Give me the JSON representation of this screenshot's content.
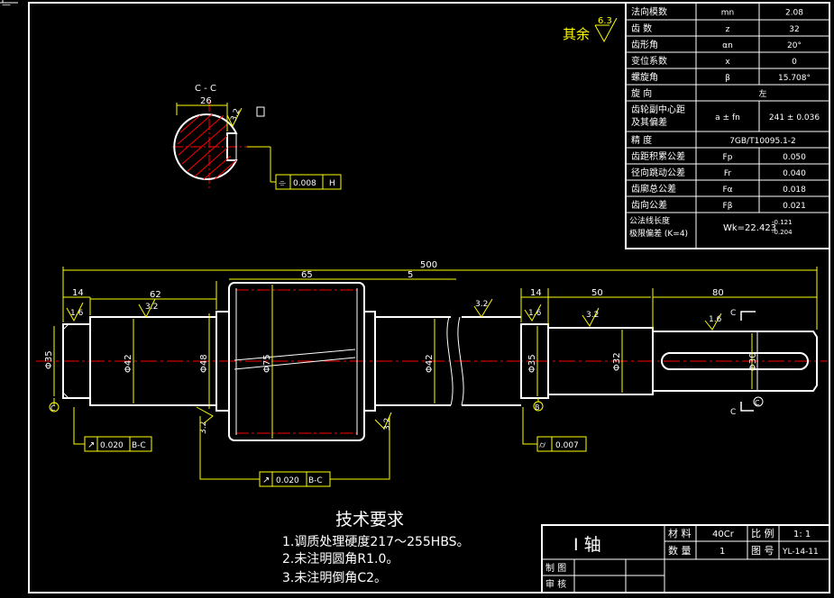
{
  "corner_mark": "—",
  "roughness_other": {
    "label": "其余",
    "value": "6.3"
  },
  "gear_params": [
    {
      "name": "法向模数",
      "symbol": "mn",
      "value": "2.08"
    },
    {
      "name": "齿  数",
      "symbol": "z",
      "value": "32"
    },
    {
      "name": "齿形角",
      "symbol": "αn",
      "value": "20°"
    },
    {
      "name": "变位系数",
      "symbol": "x",
      "value": "0"
    },
    {
      "name": "螺旋角",
      "symbol": "β",
      "value": "15.708°"
    },
    {
      "name": "旋    向",
      "symbol": "",
      "value": "左"
    },
    {
      "name": "齿轮副中心距\n及其偏差",
      "symbol": "a ± fn",
      "value": "241 ± 0.036"
    },
    {
      "name": "精    度",
      "symbol": "",
      "value": "7GB/T10095.1-2"
    },
    {
      "name": "齿距积累公差",
      "symbol": "Fp",
      "value": "0.050"
    },
    {
      "name": "径向跳动公差",
      "symbol": "Fr",
      "value": "0.040"
    },
    {
      "name": "齿廓总公差",
      "symbol": "Fα",
      "value": "0.018"
    },
    {
      "name": "齿向公差",
      "symbol": "Fβ",
      "value": "0.021"
    }
  ],
  "common_normal": {
    "name_line1": "公法线长度",
    "name_line2": "极限偏差 (K=4)",
    "value": "Wk=22.423",
    "upper": "-0.121",
    "lower": "-0.204"
  },
  "section_view": {
    "label": "C - C",
    "dim_width": "26",
    "roughness": "3.2",
    "tolerance_symbol": "⌯",
    "tolerance_value": "0.008",
    "datum": "H"
  },
  "dimensions": {
    "overall": "500",
    "d14_left": "14",
    "d62": "62",
    "d65": "65",
    "d5": "5",
    "d14_right": "14",
    "d50": "50",
    "d80": "80",
    "dia35_left": "Φ35",
    "dia42_a": "Φ42",
    "dia48": "Φ48",
    "dia75": "Φ75",
    "dia42_b": "Φ42",
    "dia35_right": "Φ35",
    "dia32": "Φ32",
    "dia30": "Φ30"
  },
  "roughness_marks": {
    "r1": "1.6",
    "r2": "3.2",
    "r3": "3.2",
    "r4": "3.2",
    "r5": "1.6",
    "r6": "3.2",
    "r7": "1.6",
    "r8": "3.2"
  },
  "datums": {
    "left": "C",
    "right": "B",
    "key": "C",
    "c_top": "C",
    "c_bottom": "C"
  },
  "runout_frames": [
    {
      "symbol": "↗",
      "value": "0.020",
      "datum": "B-C"
    },
    {
      "symbol": "↗",
      "value": "0.020",
      "datum": "B-C"
    },
    {
      "symbol": "⌭",
      "value": "0.007",
      "datum": ""
    }
  ],
  "tech_requirements": {
    "title": "技术要求",
    "items": [
      "1.调质处理硬度217～255HBS。",
      "2.未注明圆角R1.0。",
      "3.未注明倒角C2。"
    ]
  },
  "title_block": {
    "part_name": "I  轴",
    "material_label": "材 料",
    "material_value": "40Cr",
    "scale_label": "比 例",
    "scale_value": "1: 1",
    "qty_label": "数 量",
    "qty_value": "1",
    "drawing_no_label": "图 号",
    "drawing_no_value": "YL-14-11",
    "drawn_label": "制 图",
    "check_label": "审 核"
  },
  "colors": {
    "background": "#000000",
    "outline": "#ffffff",
    "dimension": "#ffff00",
    "centerline": "#ff0000",
    "hatch": "#ff0000",
    "accent": "#00ffff"
  }
}
